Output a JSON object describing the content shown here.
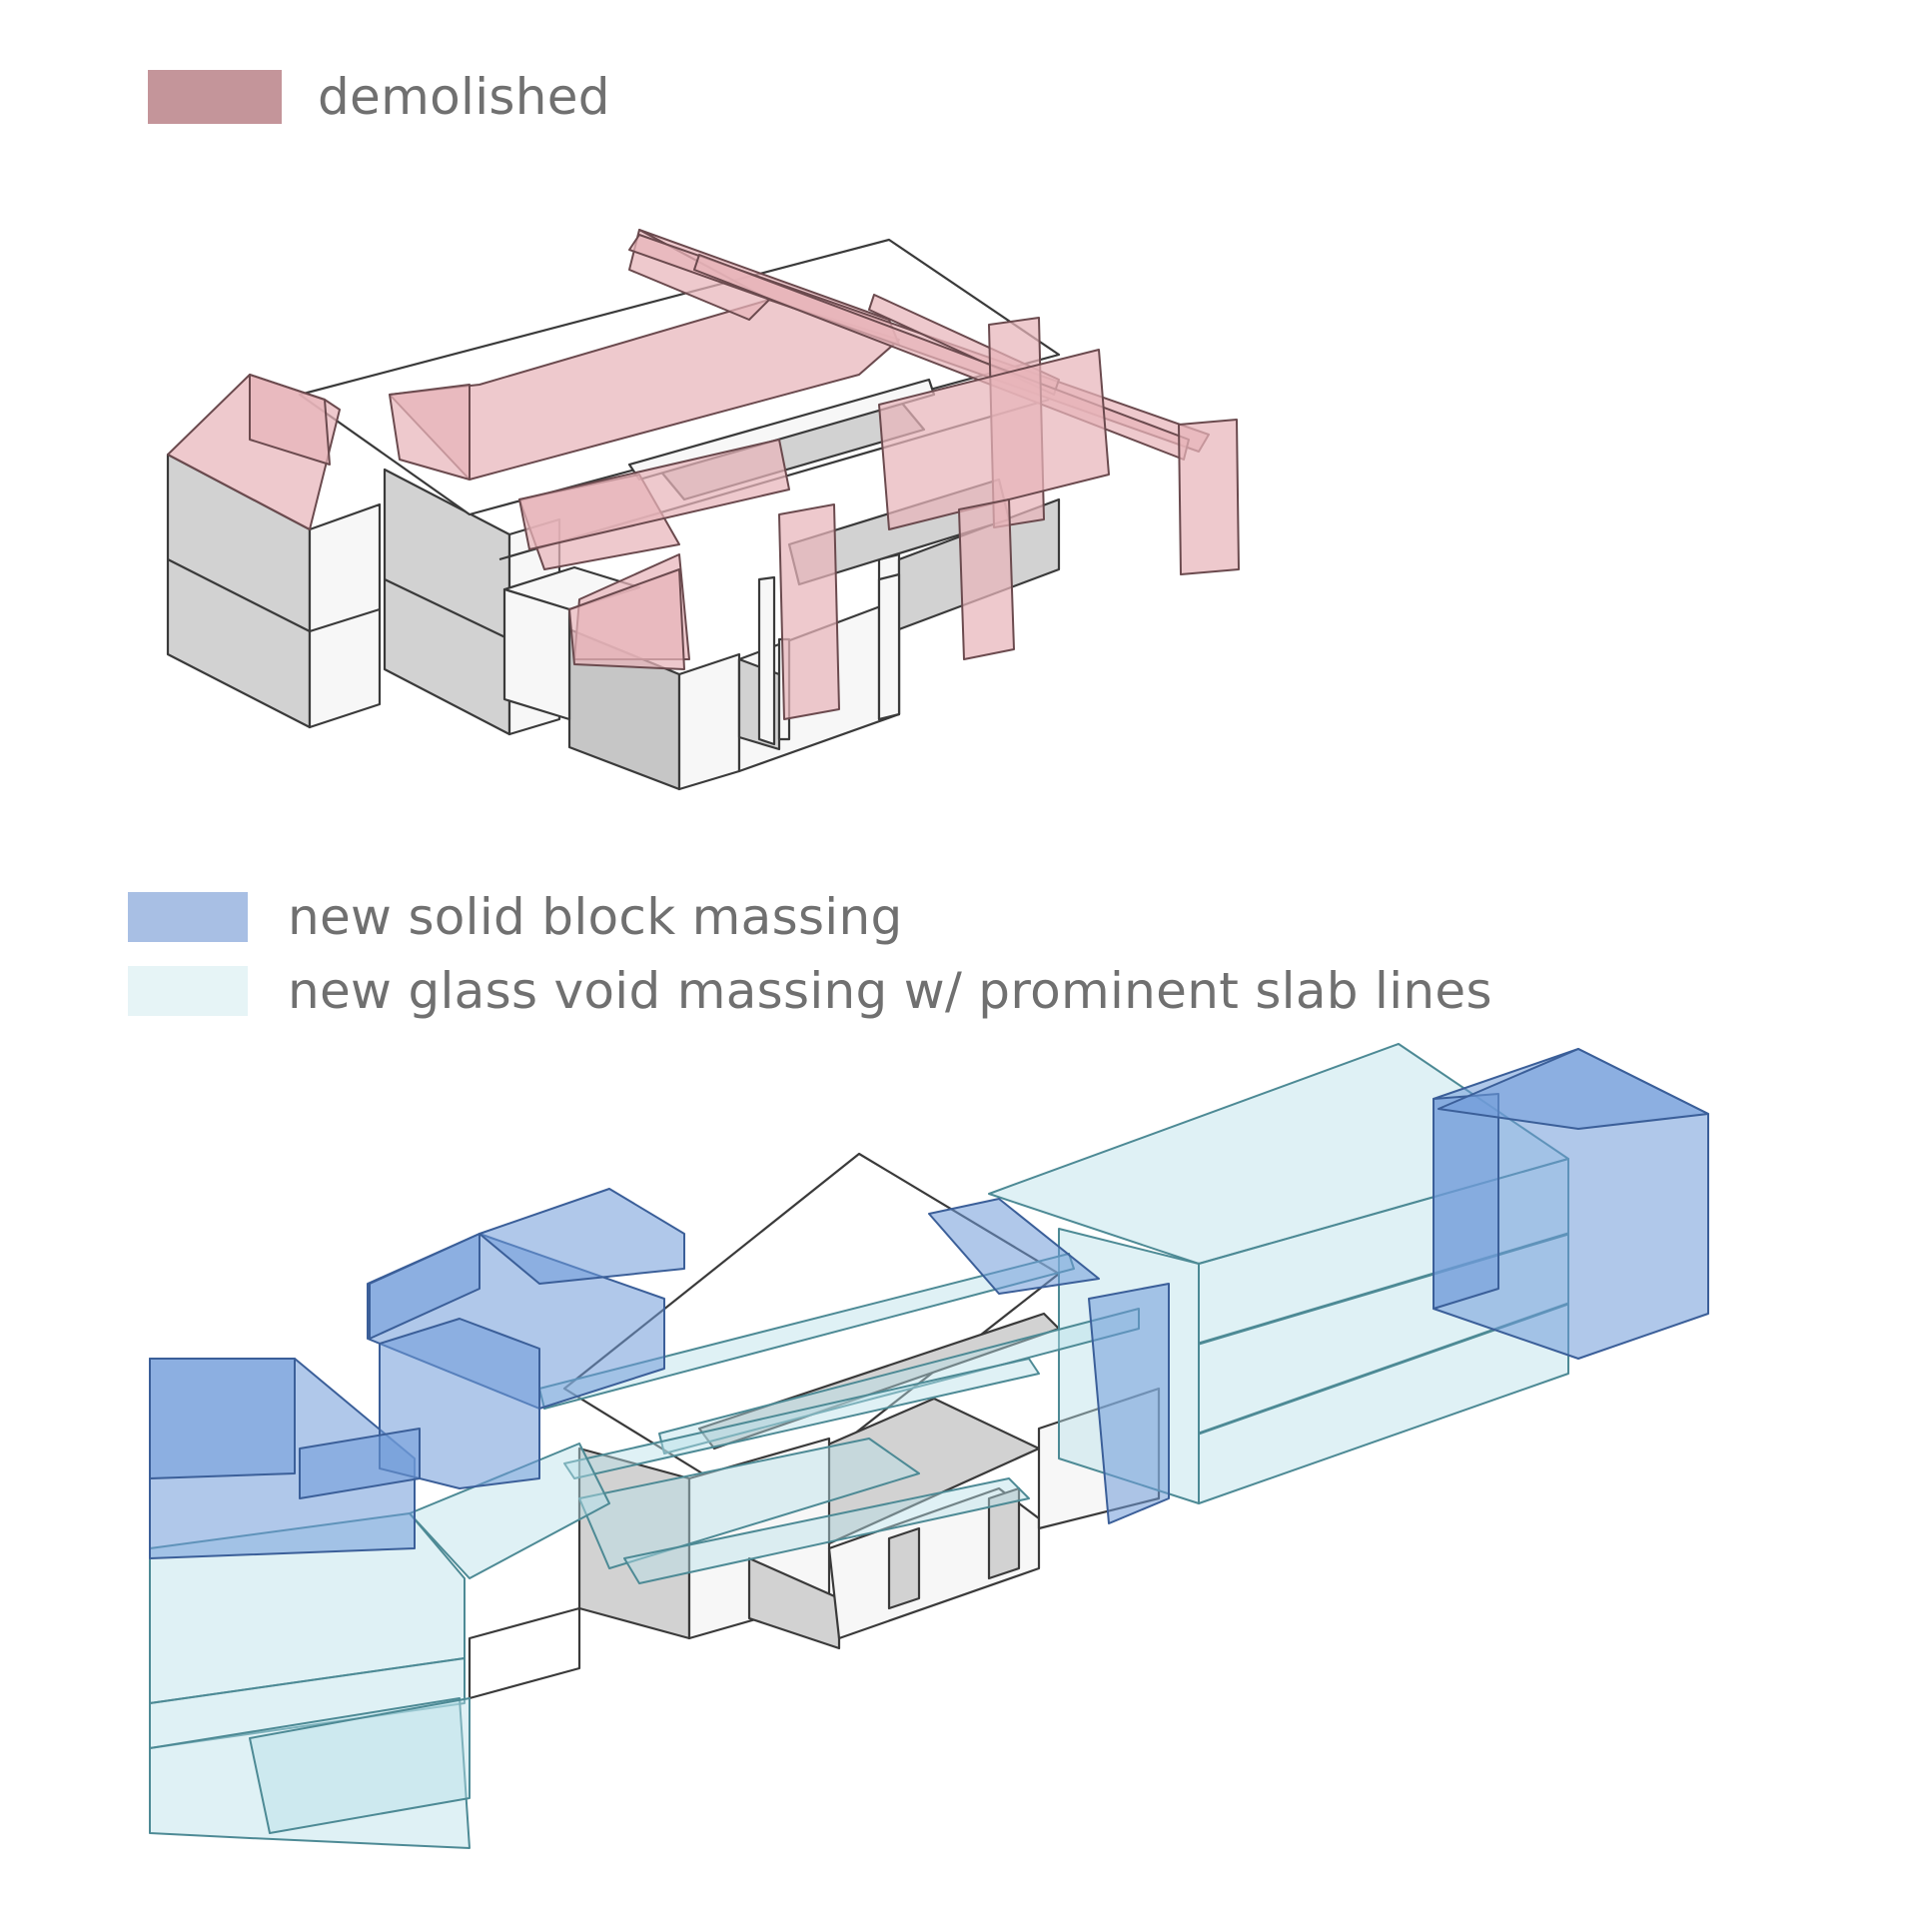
{
  "legend": {
    "demolished": {
      "label": "demolished",
      "color": "#c4959a"
    },
    "solid_block": {
      "label": "new solid block massing",
      "color": "#a8bfe4"
    },
    "glass_void": {
      "label": "new glass void massing w/ prominent slab lines",
      "color": "#e6f4f6"
    }
  },
  "colors": {
    "demolished_fill": "#e8b4ba",
    "solid_fill": "#6f9ad8",
    "glass_fill": "#b8e1e8",
    "existing_wall": "#cfcfcf",
    "line": "#3a3a3a"
  }
}
